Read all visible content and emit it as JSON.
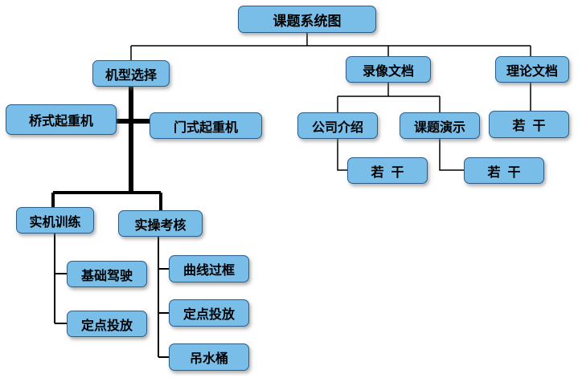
{
  "diagram": {
    "type": "org-chart",
    "title": "课题系统图",
    "colors": {
      "node_fill": "#79bee9",
      "node_border": "#2b5d8a",
      "connector": "#000000",
      "background": "#ffffff",
      "text": "#000000"
    },
    "nodes": {
      "root": {
        "label": "课题系统图"
      },
      "machine_type": {
        "label": "机型选择"
      },
      "bridge_crane": {
        "label": "桥式起重机"
      },
      "gantry_crane": {
        "label": "门式起重机"
      },
      "real_training": {
        "label": "实机训练"
      },
      "practical_exam": {
        "label": "实操考核"
      },
      "basic_driving": {
        "label": "基础驾驶"
      },
      "spot_placement_1": {
        "label": "定点投放"
      },
      "curve_frame": {
        "label": "曲线过框"
      },
      "spot_placement_2": {
        "label": "定点投放"
      },
      "water_bucket": {
        "label": "吊水桶"
      },
      "video_docs": {
        "label": "录像文档"
      },
      "company_intro": {
        "label": "公司介绍"
      },
      "project_demo": {
        "label": "课题演示"
      },
      "several_1": {
        "label": "若  干"
      },
      "several_2": {
        "label": "若  干"
      },
      "theory_docs": {
        "label": "理论文档"
      },
      "several_3": {
        "label": "若  干"
      }
    },
    "edges": [
      {
        "from": "root",
        "to": "machine_type"
      },
      {
        "from": "root",
        "to": "video_docs"
      },
      {
        "from": "root",
        "to": "theory_docs"
      },
      {
        "from": "machine_type",
        "to": "bridge_crane"
      },
      {
        "from": "machine_type",
        "to": "gantry_crane"
      },
      {
        "from": "machine_type",
        "to": "real_training"
      },
      {
        "from": "machine_type",
        "to": "practical_exam"
      },
      {
        "from": "real_training",
        "to": "basic_driving"
      },
      {
        "from": "real_training",
        "to": "spot_placement_1"
      },
      {
        "from": "practical_exam",
        "to": "curve_frame"
      },
      {
        "from": "practical_exam",
        "to": "spot_placement_2"
      },
      {
        "from": "practical_exam",
        "to": "water_bucket"
      },
      {
        "from": "video_docs",
        "to": "company_intro"
      },
      {
        "from": "video_docs",
        "to": "project_demo"
      },
      {
        "from": "company_intro",
        "to": "several_1"
      },
      {
        "from": "project_demo",
        "to": "several_2"
      },
      {
        "from": "theory_docs",
        "to": "several_3"
      }
    ]
  }
}
